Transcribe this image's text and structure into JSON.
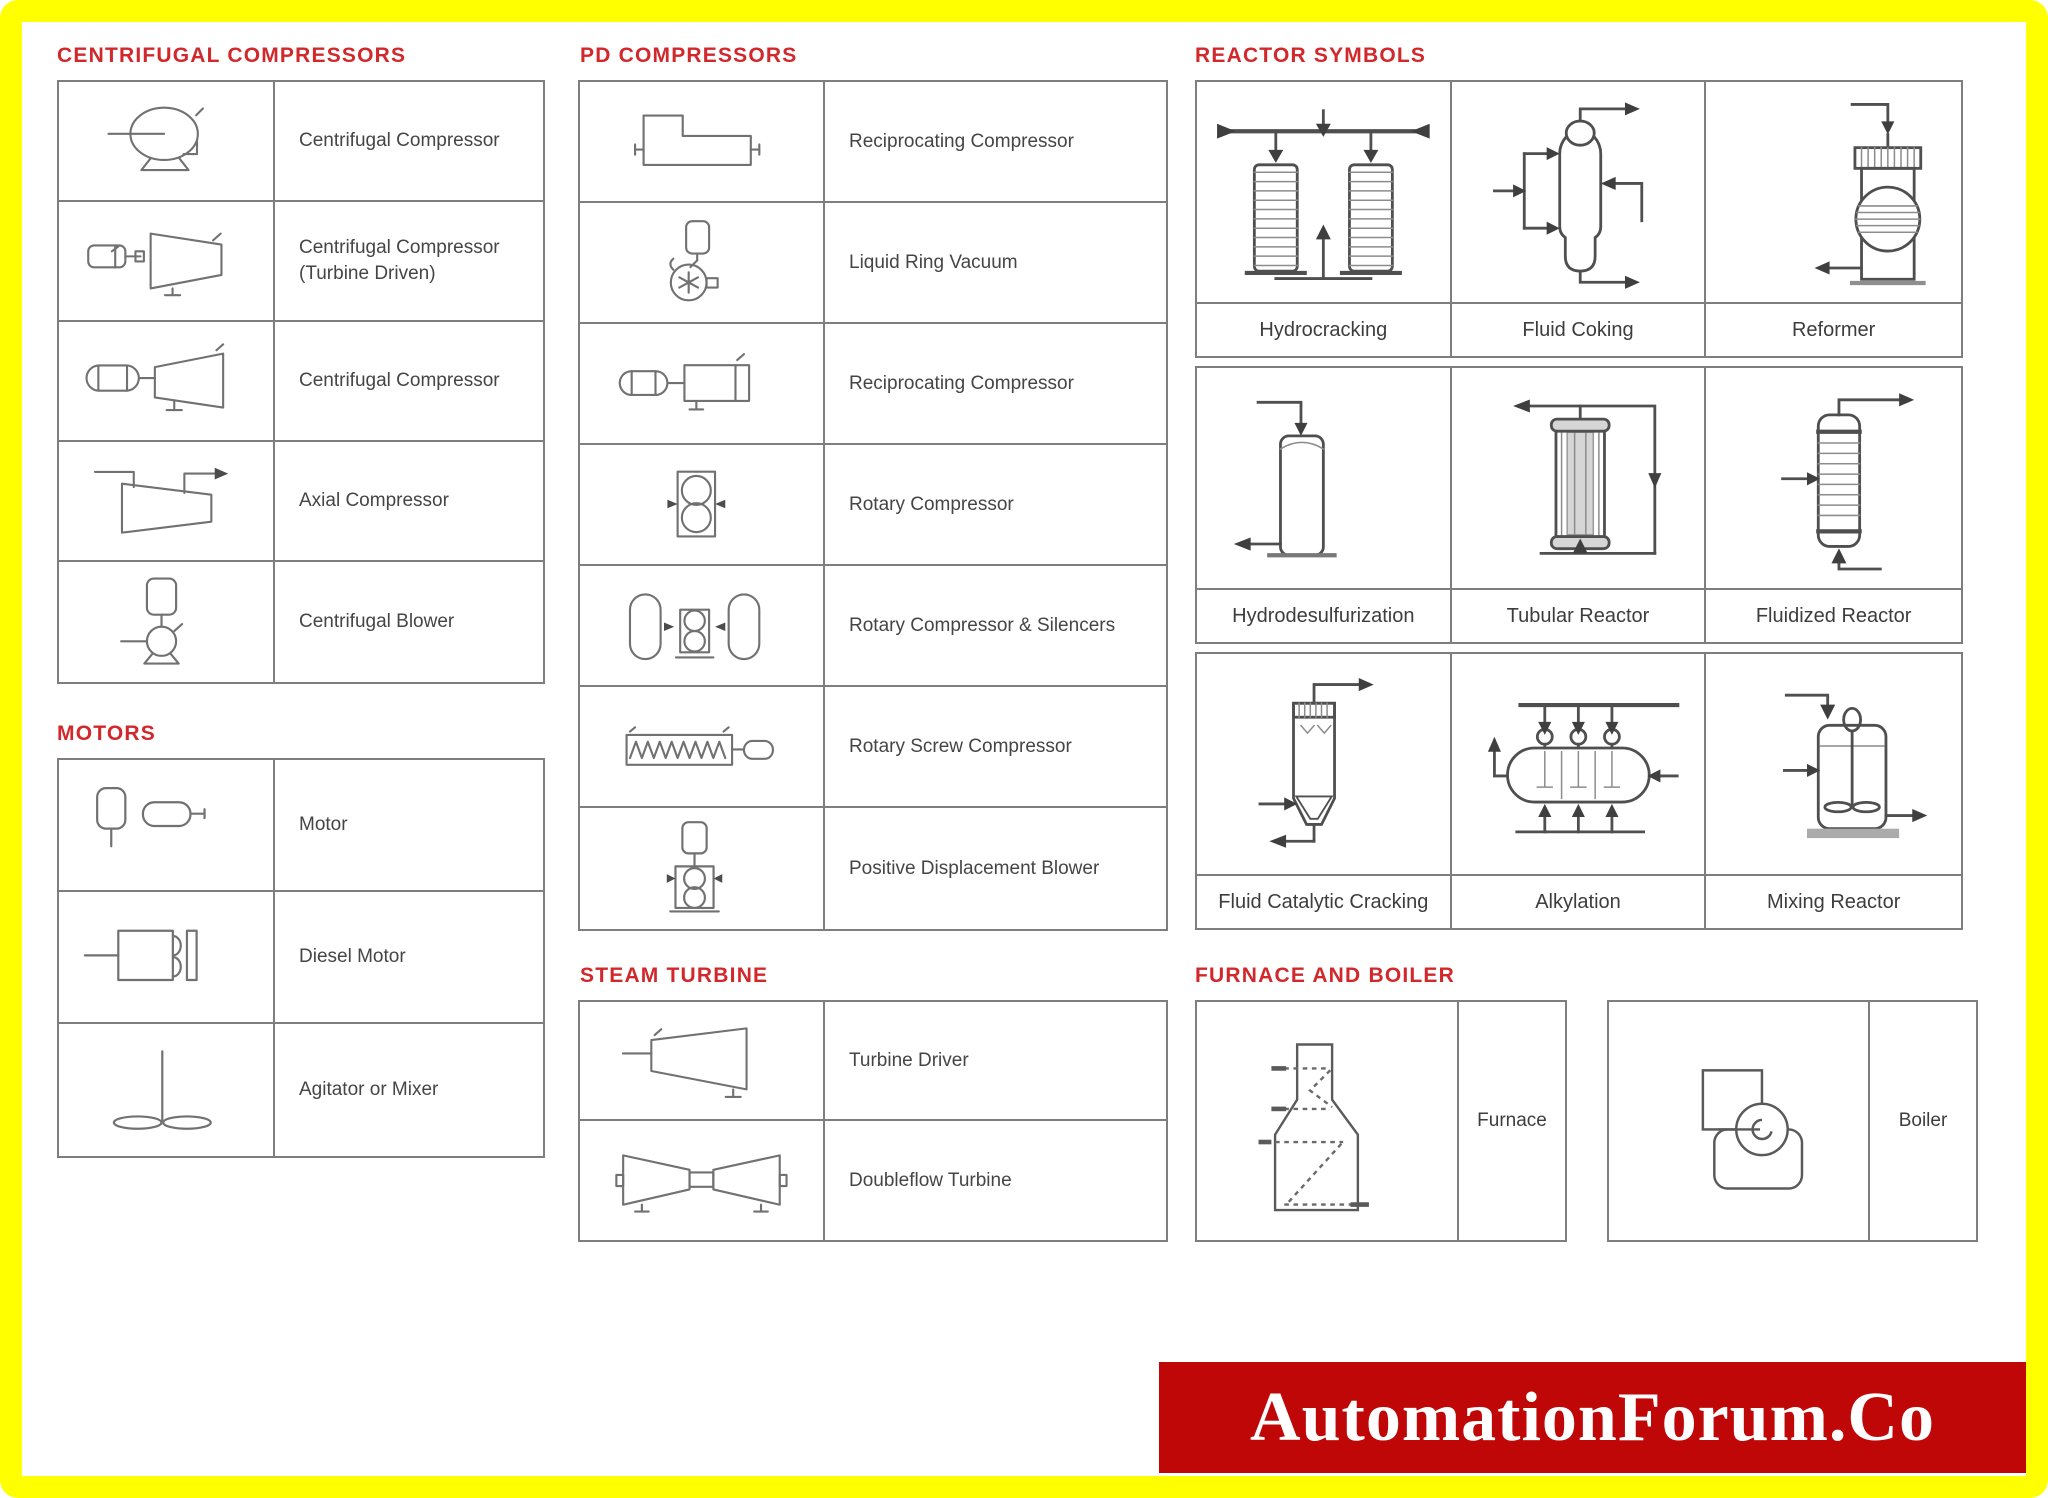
{
  "brand": {
    "text": "AutomationForum.Co"
  },
  "colors": {
    "accent_red": "#d2282c",
    "banner_red": "#bf0707",
    "frame_yellow": "#ffff00",
    "line_gray": "#7e7e7e"
  },
  "sections": {
    "centrifugal_compressors": {
      "title": "CENTRIFUGAL COMPRESSORS",
      "rows": [
        {
          "label": "Centrifugal Compressor"
        },
        {
          "label": "Centrifugal Compressor (Turbine Driven)"
        },
        {
          "label": "Centrifugal Compressor"
        },
        {
          "label": "Axial Compressor"
        },
        {
          "label": "Centrifugal Blower"
        }
      ]
    },
    "motors": {
      "title": "MOTORS",
      "rows": [
        {
          "label": "Motor"
        },
        {
          "label": "Diesel Motor"
        },
        {
          "label": "Agitator or Mixer"
        }
      ]
    },
    "pd_compressors": {
      "title": "PD COMPRESSORS",
      "rows": [
        {
          "label": "Reciprocating Compressor"
        },
        {
          "label": "Liquid Ring Vacuum"
        },
        {
          "label": "Reciprocating Compressor"
        },
        {
          "label": "Rotary Compressor"
        },
        {
          "label": "Rotary Compressor & Silencers"
        },
        {
          "label": "Rotary Screw Compressor"
        },
        {
          "label": "Positive Displacement Blower"
        }
      ]
    },
    "steam_turbine": {
      "title": "STEAM TURBINE",
      "rows": [
        {
          "label": "Turbine Driver"
        },
        {
          "label": "Doubleflow Turbine"
        }
      ]
    },
    "reactor_symbols": {
      "title": "REACTOR SYMBOLS",
      "cells": [
        {
          "label": "Hydrocracking"
        },
        {
          "label": "Fluid Coking"
        },
        {
          "label": "Reformer"
        },
        {
          "label": "Hydrodesulfurization"
        },
        {
          "label": "Tubular Reactor"
        },
        {
          "label": "Fluidized Reactor"
        },
        {
          "label": "Fluid Catalytic Cracking"
        },
        {
          "label": "Alkylation"
        },
        {
          "label": "Mixing Reactor"
        }
      ]
    },
    "furnace_and_boiler": {
      "title": "FURNACE AND BOILER",
      "items": [
        {
          "label": "Furnace"
        },
        {
          "label": "Boiler"
        }
      ]
    }
  }
}
